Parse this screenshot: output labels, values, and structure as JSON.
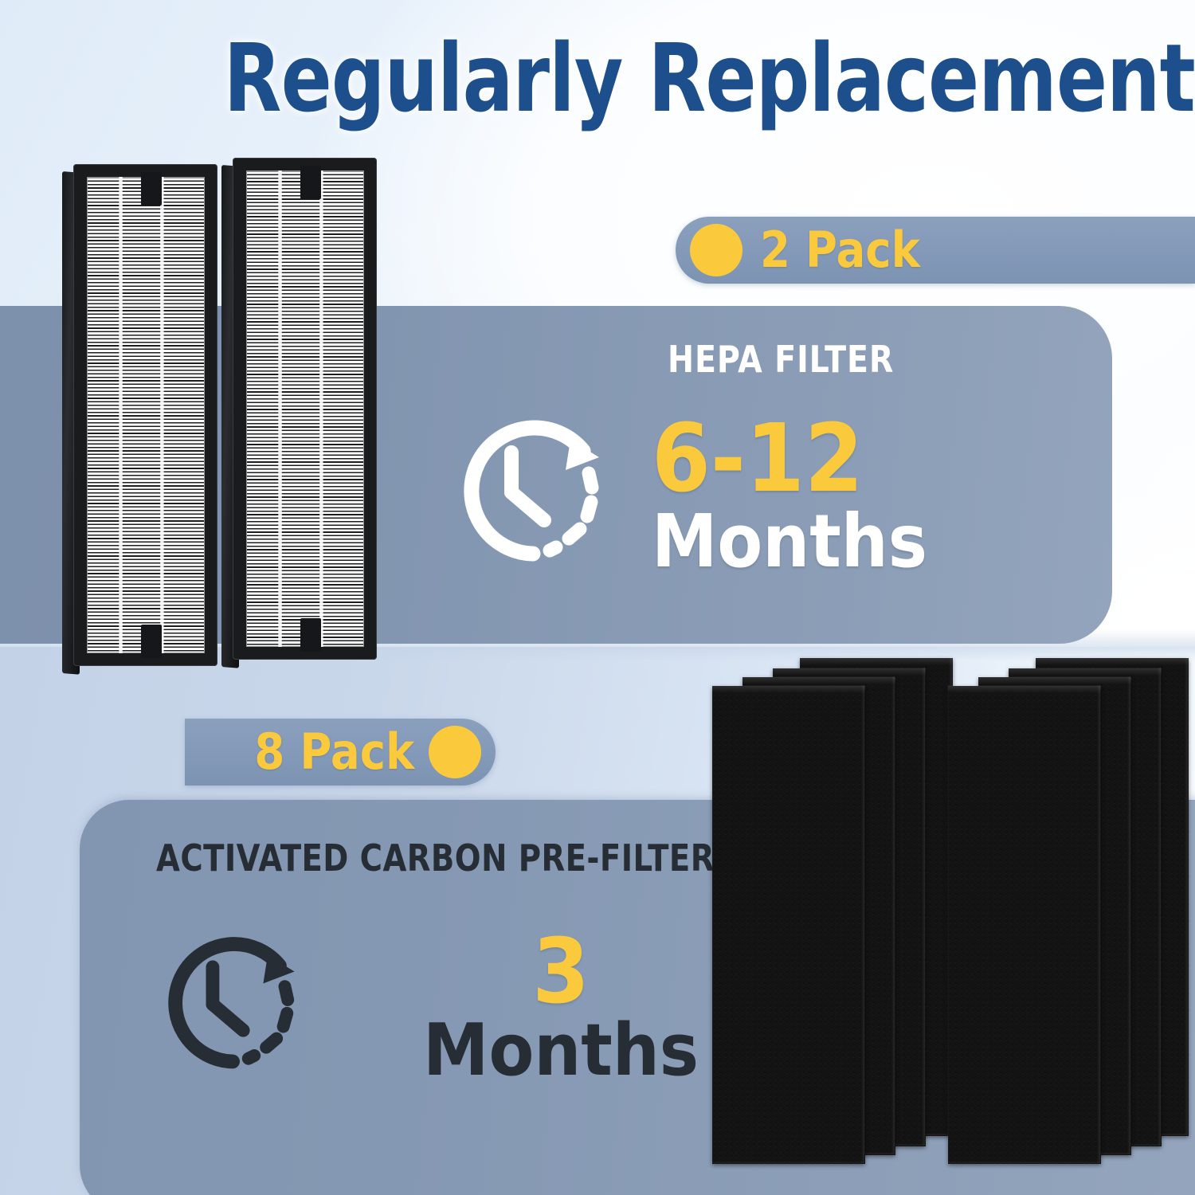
{
  "header": {
    "title": "Regularly Replacement",
    "title_color": "#1d4f8c"
  },
  "theme": {
    "accent_yellow": "#fbca3c",
    "panel_gray_blue": "#8598b3",
    "badge_gray_blue": "#8ba0bd",
    "dark_text": "#262d34",
    "white": "#ffffff",
    "bg_light_blue": "#dfebf8",
    "bg_lower_blue": "#c3d2e7"
  },
  "sections": [
    {
      "id": "hepa",
      "pack_badge": {
        "label": "2 Pack",
        "dot_color": "#fbca3c",
        "dot_position": "left"
      },
      "label": "HEPA FILTER",
      "label_color": "#ffffff",
      "duration_number": "6-12",
      "duration_unit": "Months",
      "duration_number_color": "#fbca3c",
      "duration_unit_color": "#ffffff",
      "clock_icon": "clock-refresh-icon",
      "clock_icon_color": "#ffffff",
      "product_images": {
        "type": "hepa-filter-panel",
        "count": 2,
        "frame_color": "#1a1b1d",
        "media_color": "#ffffff"
      }
    },
    {
      "id": "carbon",
      "pack_badge": {
        "label": "8 Pack",
        "dot_color": "#fbca3c",
        "dot_position": "right"
      },
      "label": "ACTIVATED CARBON PRE-FILTER",
      "label_color": "#262d34",
      "duration_number": "3",
      "duration_unit": "Months",
      "duration_number_color": "#fbca3c",
      "duration_unit_color": "#262d34",
      "clock_icon": "clock-refresh-icon",
      "clock_icon_color": "#262d34",
      "product_images": {
        "type": "carbon-pre-filter-sheet",
        "count": 8,
        "stacks": 2,
        "sheets_per_stack": 4,
        "color": "#111111"
      }
    }
  ]
}
